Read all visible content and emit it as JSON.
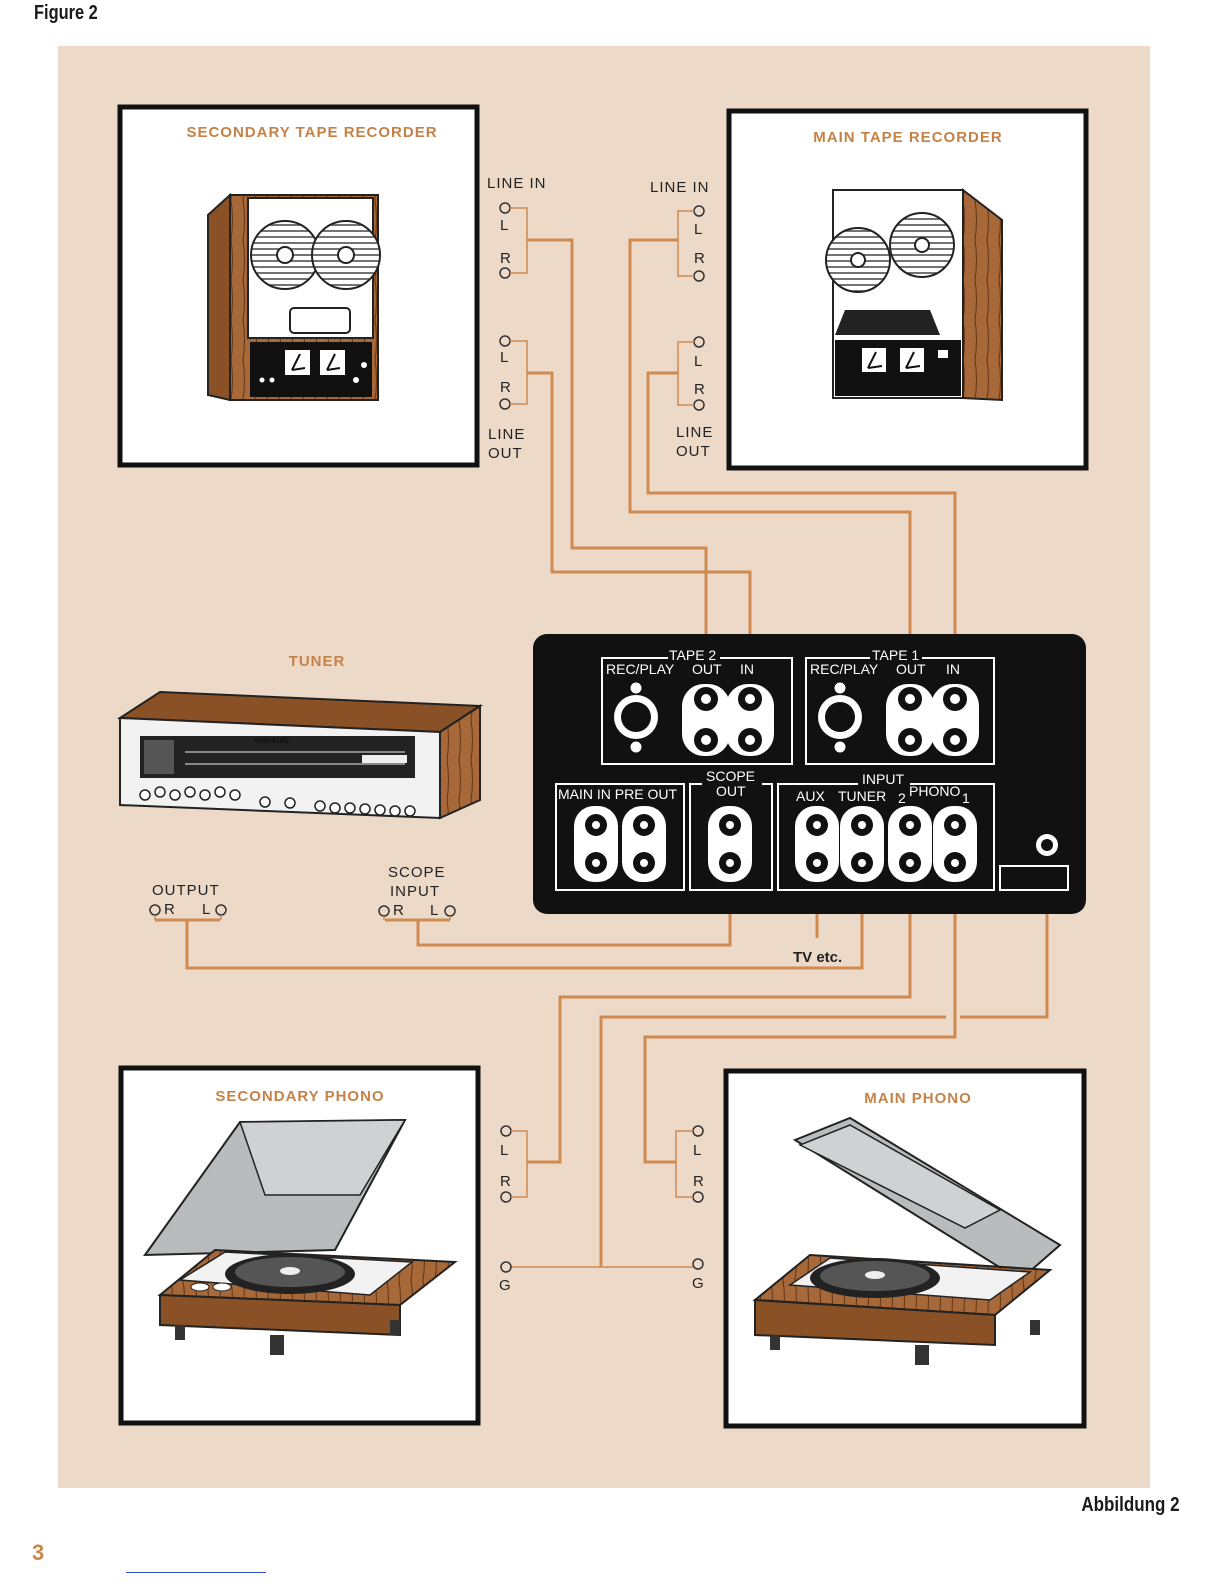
{
  "header": {
    "figure": "Figure 2"
  },
  "footer": {
    "abbildung": "Abbildung 2",
    "page": "3"
  },
  "devices": {
    "secondary_tape": "SECONDARY  TAPE RECORDER",
    "main_tape": "MAIN TAPE RECORDER",
    "tuner": "TUNER",
    "secondary_phono": "SECONDARY  PHONO",
    "main_phono": "MAIN PHONO"
  },
  "brand": "marantz",
  "jacks": {
    "line_in": "LINE  IN",
    "line": "LINE",
    "out": "OUT",
    "L": "L",
    "R": "R",
    "G": "G",
    "output": "OUTPUT",
    "scope": "SCOPE",
    "input": "INPUT"
  },
  "panel": {
    "tape2": "TAPE 2",
    "tape1": "TAPE 1",
    "rec_play": "REC/PLAY",
    "out": "OUT",
    "in": "IN",
    "main_in_pre_out": "MAIN IN PRE OUT",
    "scope": "SCOPE",
    "scope_out": "OUT",
    "input": "INPUT",
    "aux": "AUX",
    "tuner": "TUNER",
    "phono": "PHONO",
    "two": "2",
    "one": "1"
  },
  "tv": "TV etc.",
  "colors": {
    "background": "#edd9c8",
    "cable": "#cf8a50",
    "panel": "#111111",
    "wood": "#a8693a"
  }
}
